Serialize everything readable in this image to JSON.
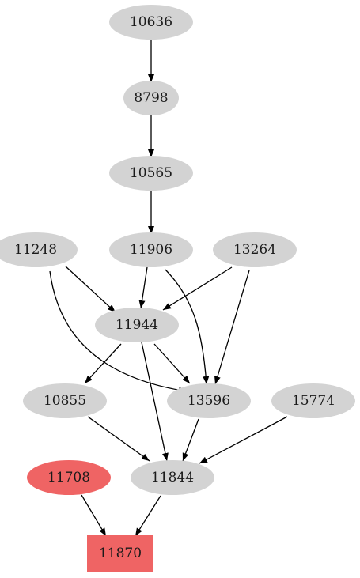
{
  "colors": {
    "default_node": "#d3d3d3",
    "highlight_node": "#ef6464",
    "edge": "#000000",
    "background": "#ffffff"
  },
  "nodes": [
    {
      "id": "10636",
      "label": "10636",
      "shape": "ellipse",
      "highlight": false
    },
    {
      "id": "8798",
      "label": "8798",
      "shape": "ellipse",
      "highlight": false
    },
    {
      "id": "10565",
      "label": "10565",
      "shape": "ellipse",
      "highlight": false
    },
    {
      "id": "11248",
      "label": "11248",
      "shape": "ellipse",
      "highlight": false
    },
    {
      "id": "11906",
      "label": "11906",
      "shape": "ellipse",
      "highlight": false
    },
    {
      "id": "13264",
      "label": "13264",
      "shape": "ellipse",
      "highlight": false
    },
    {
      "id": "11944",
      "label": "11944",
      "shape": "ellipse",
      "highlight": false
    },
    {
      "id": "10855",
      "label": "10855",
      "shape": "ellipse",
      "highlight": false
    },
    {
      "id": "13596",
      "label": "13596",
      "shape": "ellipse",
      "highlight": false
    },
    {
      "id": "15774",
      "label": "15774",
      "shape": "ellipse",
      "highlight": false
    },
    {
      "id": "11708",
      "label": "11708",
      "shape": "ellipse",
      "highlight": true
    },
    {
      "id": "11844",
      "label": "11844",
      "shape": "ellipse",
      "highlight": false
    },
    {
      "id": "11870",
      "label": "11870",
      "shape": "box",
      "highlight": true
    }
  ],
  "edges": [
    {
      "from": "10636",
      "to": "8798"
    },
    {
      "from": "8798",
      "to": "10565"
    },
    {
      "from": "10565",
      "to": "11906"
    },
    {
      "from": "11248",
      "to": "11944"
    },
    {
      "from": "11248",
      "to": "13596"
    },
    {
      "from": "11906",
      "to": "11944"
    },
    {
      "from": "11906",
      "to": "13596"
    },
    {
      "from": "13264",
      "to": "11944"
    },
    {
      "from": "13264",
      "to": "13596"
    },
    {
      "from": "11944",
      "to": "10855"
    },
    {
      "from": "11944",
      "to": "13596"
    },
    {
      "from": "11944",
      "to": "11844"
    },
    {
      "from": "10855",
      "to": "11844"
    },
    {
      "from": "13596",
      "to": "11844"
    },
    {
      "from": "15774",
      "to": "11844"
    },
    {
      "from": "11708",
      "to": "11870"
    },
    {
      "from": "11844",
      "to": "11870"
    }
  ]
}
